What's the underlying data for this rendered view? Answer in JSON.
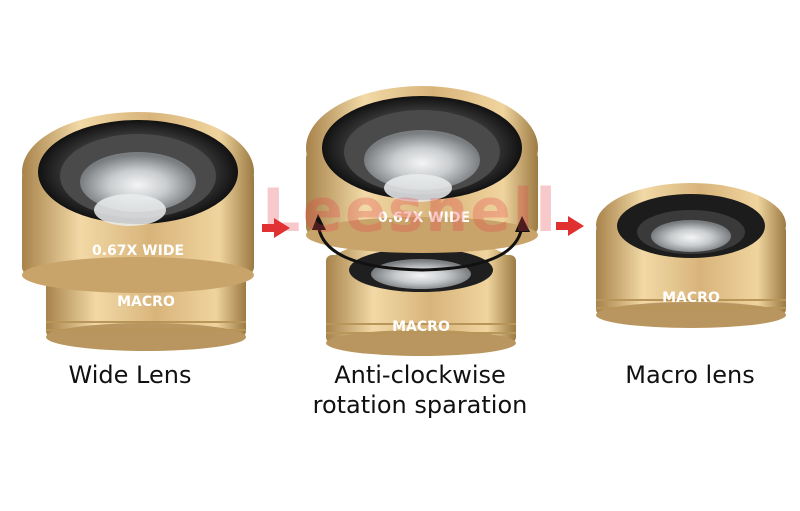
{
  "captions": {
    "wide": "Wide Lens",
    "rotation_line1": "Anti-clockwise",
    "rotation_line2": "rotation sparation",
    "macro": "Macro lens"
  },
  "lens_labels": {
    "wide_engraving": "0.67X WIDE",
    "macro_engraving": "MACRO"
  },
  "watermark": "Leesnell",
  "colors": {
    "gold_light": "#f2d9a6",
    "gold": "#d8b47a",
    "gold_dark": "#a8834b",
    "lens_black": "#1c1c1c",
    "glass": "#cfd3d6",
    "arrow_red": "#e03030",
    "background": "#ffffff"
  }
}
